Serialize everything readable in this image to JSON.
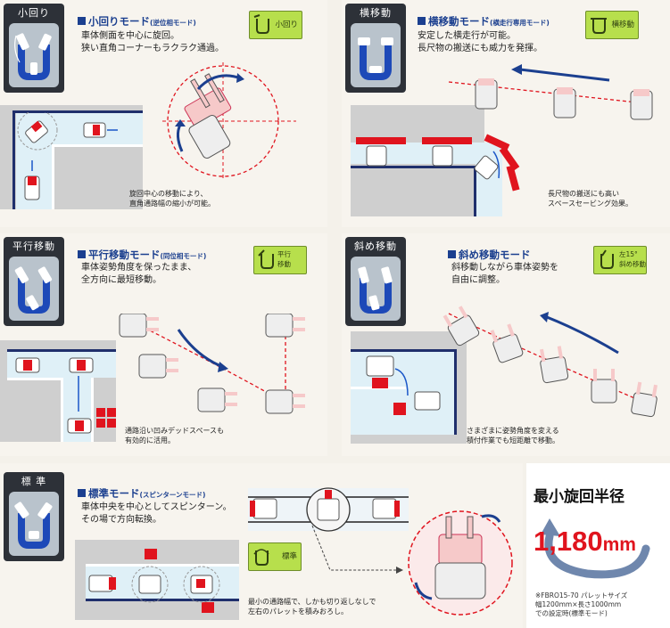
{
  "panels": {
    "koumawari": {
      "badge": "小回り",
      "title": "小回りモード",
      "subtitle": "(逆位相モード)",
      "desc": [
        "車体側面を中心に旋回。",
        "狭い直角コーナーもラクラク通過。"
      ],
      "lcd": "小回り",
      "note": [
        "旋回中心の移動により、",
        "直角通路幅の縮小が可能。"
      ]
    },
    "yokoidou": {
      "badge": "横移動",
      "title": "横移動モード",
      "subtitle": "(横走行専用モード)",
      "desc": [
        "安定した横走行が可能。",
        "長尺物の搬送にも威力を発揮。"
      ],
      "lcd": "横移動",
      "note": [
        "長尺物の搬送にも高い",
        "スペースセービング効果。"
      ]
    },
    "heikou": {
      "badge": "平行移動",
      "title": "平行移動モード",
      "subtitle": "(同位相モード)",
      "desc": [
        "車体姿勢角度を保ったまま、",
        "全方向に最短移動。"
      ],
      "lcd": [
        "平行",
        "移動"
      ],
      "note": [
        "通路沿い凹みデッドスペースも",
        "有効的に活用。"
      ]
    },
    "naname": {
      "badge": "斜め移動",
      "title": "斜め移動モード",
      "subtitle": "",
      "desc": [
        "斜移動しながら車体姿勢を",
        "自由に調整。"
      ],
      "lcd": [
        "左15°",
        "斜め移動"
      ],
      "note": [
        "さまざまに姿勢角度を変える",
        "積付作業でも短距離で移動。"
      ]
    },
    "hyoujun": {
      "badge": "標 準",
      "title": "標準モード",
      "subtitle": "(スピンターンモード)",
      "desc": [
        "車体中央を中心としてスピンターン。",
        "その場で方向転換。"
      ],
      "lcd": "標準",
      "note": [
        "最小の通路幅で、しかも切り返しなしで",
        "左右のパレットを積みおろし。"
      ]
    }
  },
  "min_radius": {
    "title": "最小旋回半径",
    "value": "1,180",
    "unit": "mm",
    "footnote": [
      "※FBRO15-70 パレットサイズ",
      "幅1200mm×長さ1000mm",
      "での設定時(標準モード)"
    ]
  },
  "colors": {
    "accent_blue": "#1b3f8f",
    "route_red": "#e0141e",
    "lcd_green": "#b7df4c",
    "badge_dark": "#2d3138"
  }
}
